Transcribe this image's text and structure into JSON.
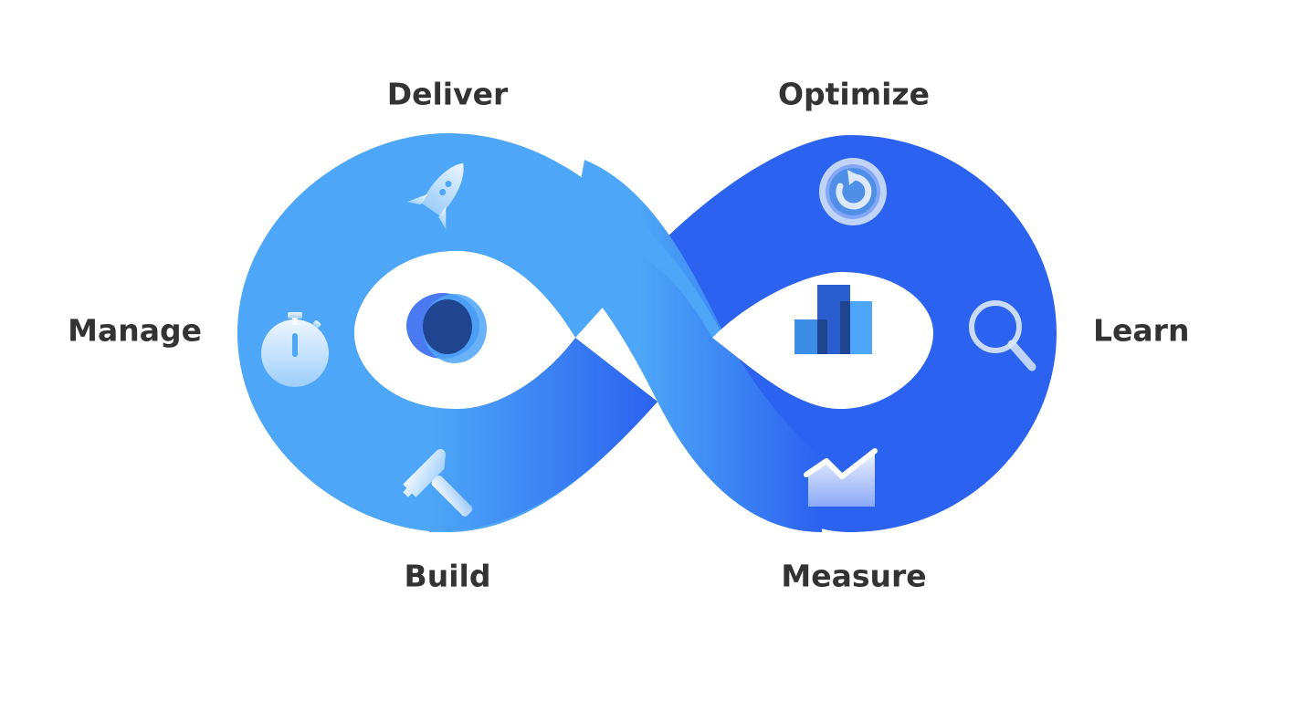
{
  "diagram": {
    "stages": {
      "deliver": "Deliver",
      "optimize": "Optimize",
      "manage": "Manage",
      "learn": "Learn",
      "build": "Build",
      "measure": "Measure"
    },
    "colors": {
      "left_loop": "#4da6f7",
      "right_loop": "#2b62f0",
      "label": "#333333",
      "icon_light": "#dbe9fb"
    },
    "icons": [
      "rocket-icon",
      "stopwatch-icon",
      "hammer-icon",
      "refresh-icon",
      "magnifier-icon",
      "trend-chart-icon",
      "blob-logo-icon",
      "bar-chart-logo-icon"
    ]
  }
}
